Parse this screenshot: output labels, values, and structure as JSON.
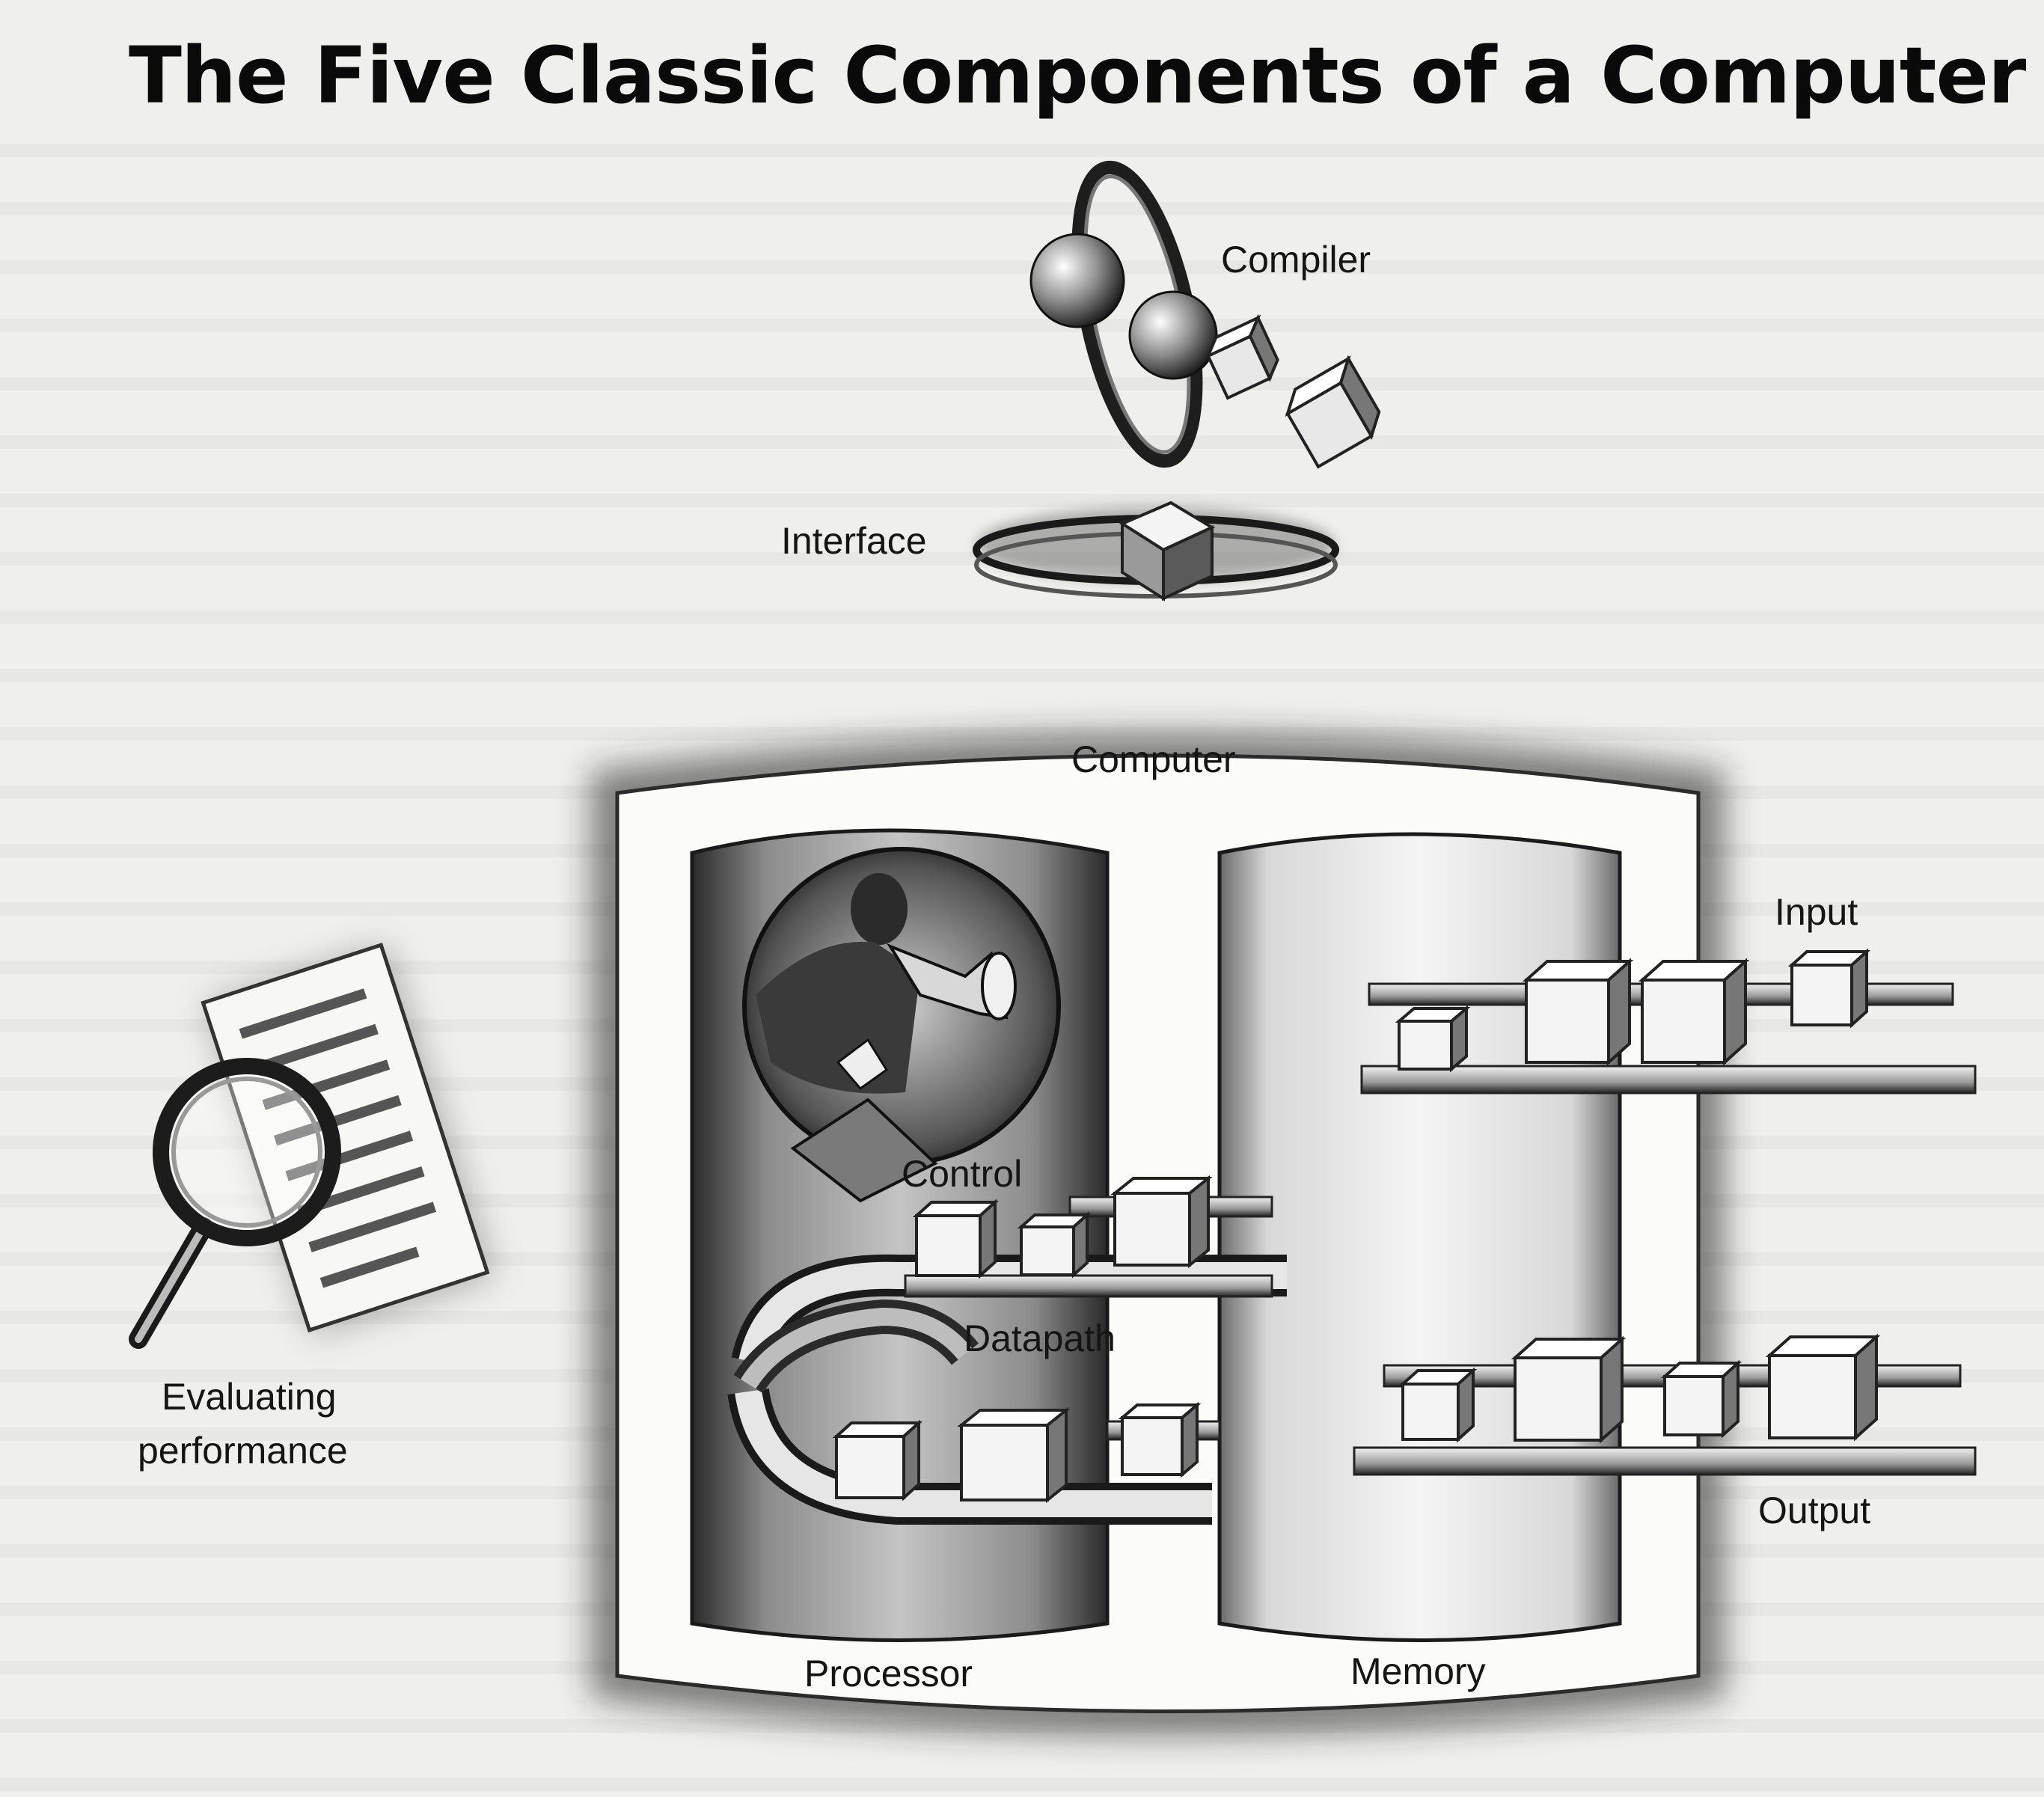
{
  "title": "The Five Classic Components of a Computer",
  "labels": {
    "compiler": "Compiler",
    "interface": "Interface",
    "computer": "Computer",
    "input": "Input",
    "control": "Control",
    "datapath": "Datapath",
    "evaluating_line1": "Evaluating",
    "evaluating_line2": "performance",
    "output": "Output",
    "processor": "Processor",
    "memory": "Memory"
  }
}
